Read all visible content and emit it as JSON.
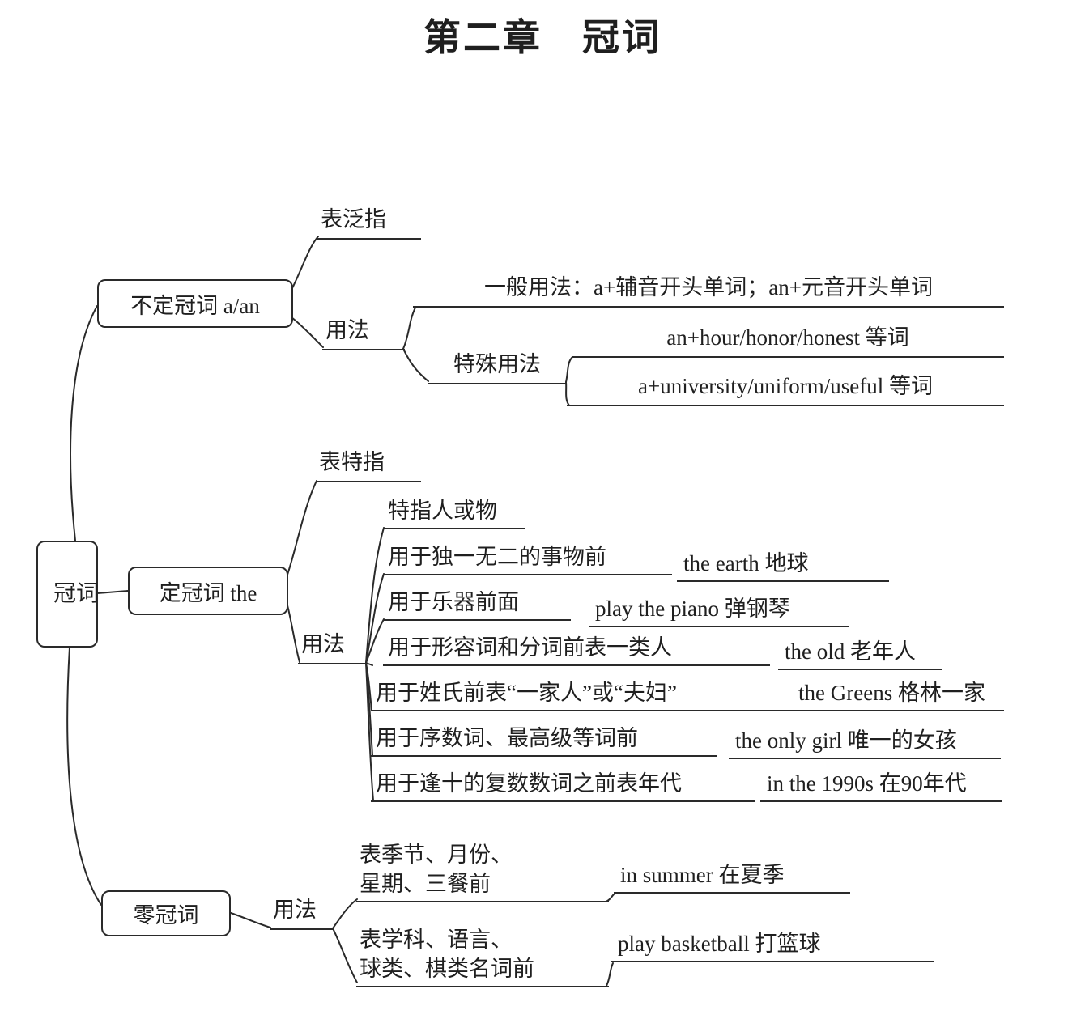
{
  "title": "第二章　冠词",
  "colors": {
    "ink": "#2a2a2a",
    "background": "#ffffff"
  },
  "root": {
    "label": "冠词"
  },
  "indefinite": {
    "label": "不定冠词 a/an",
    "meaning": "表泛指",
    "usage_label": "用法",
    "general_rule": "一般用法：a+辅音开头单词；an+元音开头单词",
    "special_label": "特殊用法",
    "special_rules": [
      "an+hour/honor/honest 等词",
      "a+university/uniform/useful 等词"
    ]
  },
  "definite": {
    "label": "定冠词 the",
    "meaning": "表特指",
    "usage_label": "用法",
    "usages": [
      {
        "cn": "特指人或物",
        "en": ""
      },
      {
        "cn": "用于独一无二的事物前",
        "en": "the earth 地球"
      },
      {
        "cn": "用于乐器前面",
        "en": "play the piano 弹钢琴"
      },
      {
        "cn": "用于形容词和分词前表一类人",
        "en": "the old 老年人"
      },
      {
        "cn": "用于姓氏前表“一家人”或“夫妇”",
        "en": "the Greens 格林一家"
      },
      {
        "cn": "用于序数词、最高级等词前",
        "en": "the only girl 唯一的女孩"
      },
      {
        "cn": "用于逢十的复数数词之前表年代",
        "en": "in the 1990s 在90年代"
      }
    ]
  },
  "zero": {
    "label": "零冠词",
    "usage_label": "用法",
    "usages": [
      {
        "cn_line1": "表季节、月份、",
        "cn_line2": "星期、三餐前",
        "en": "in summer 在夏季"
      },
      {
        "cn_line1": "表学科、语言、",
        "cn_line2": "球类、棋类名词前",
        "en": "play basketball 打篮球"
      }
    ]
  }
}
